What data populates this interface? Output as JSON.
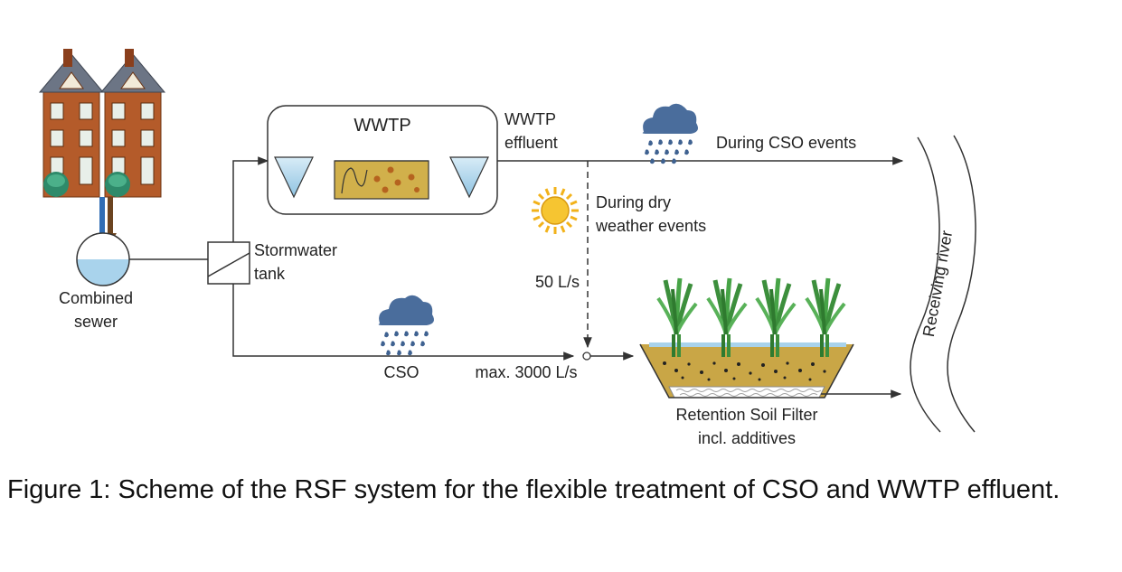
{
  "labels": {
    "wwtp": "WWTP",
    "wwtp_effluent_line1": "WWTP",
    "wwtp_effluent_line2": "effluent",
    "during_cso_events": "During CSO events",
    "during_dry_line1": "During dry",
    "during_dry_line2": "weather events",
    "stormwater_line1": "Stormwater",
    "stormwater_line2": "tank",
    "combined_line1": "Combined",
    "combined_line2": "sewer",
    "flow_50": "50 L/s",
    "cso": "CSO",
    "max_3000": "max. 3000 L/s",
    "rsf_line1": "Retention Soil Filter",
    "rsf_line2": "incl. additives",
    "receiving_river": "Receiving river"
  },
  "caption": "Figure 1: Scheme of the RSF system for the flexible treatment of CSO and WWTP effluent.",
  "colors": {
    "line": "#333333",
    "cloud": "#4a6d9c",
    "rain": "#3f6291",
    "sun": "#f2b21a",
    "sewer_water": "#a9d3ec",
    "arrow_blue": "#2f6db5",
    "arrow_brown": "#6b4420",
    "tank_fill": "#d1b04b",
    "soil": "#c9a646",
    "reed": "#3c8f3c",
    "house_wall": "#b45b2a",
    "house_roof": "#6c7585"
  },
  "icons": [
    "houses-icon",
    "rain-cloud-icon",
    "sun-icon",
    "reed-plant-icon"
  ]
}
